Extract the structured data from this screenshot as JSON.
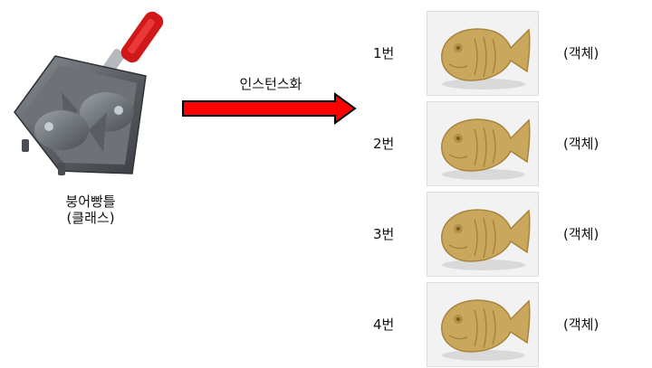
{
  "mold": {
    "caption_line1": "붕어빵틀",
    "caption_line2": "(클래스)"
  },
  "arrow": {
    "label": "인스턴스화",
    "fill_color": "#ff0000",
    "stroke_color": "#000000"
  },
  "instances": [
    {
      "number": "1번",
      "tag": "(객체)"
    },
    {
      "number": "2번",
      "tag": "(객체)"
    },
    {
      "number": "3번",
      "tag": "(객체)"
    },
    {
      "number": "4번",
      "tag": "(객체)"
    }
  ],
  "colors": {
    "pan_body": "#5d6166",
    "handle": "#d01818",
    "bread": "#c9a85e"
  }
}
